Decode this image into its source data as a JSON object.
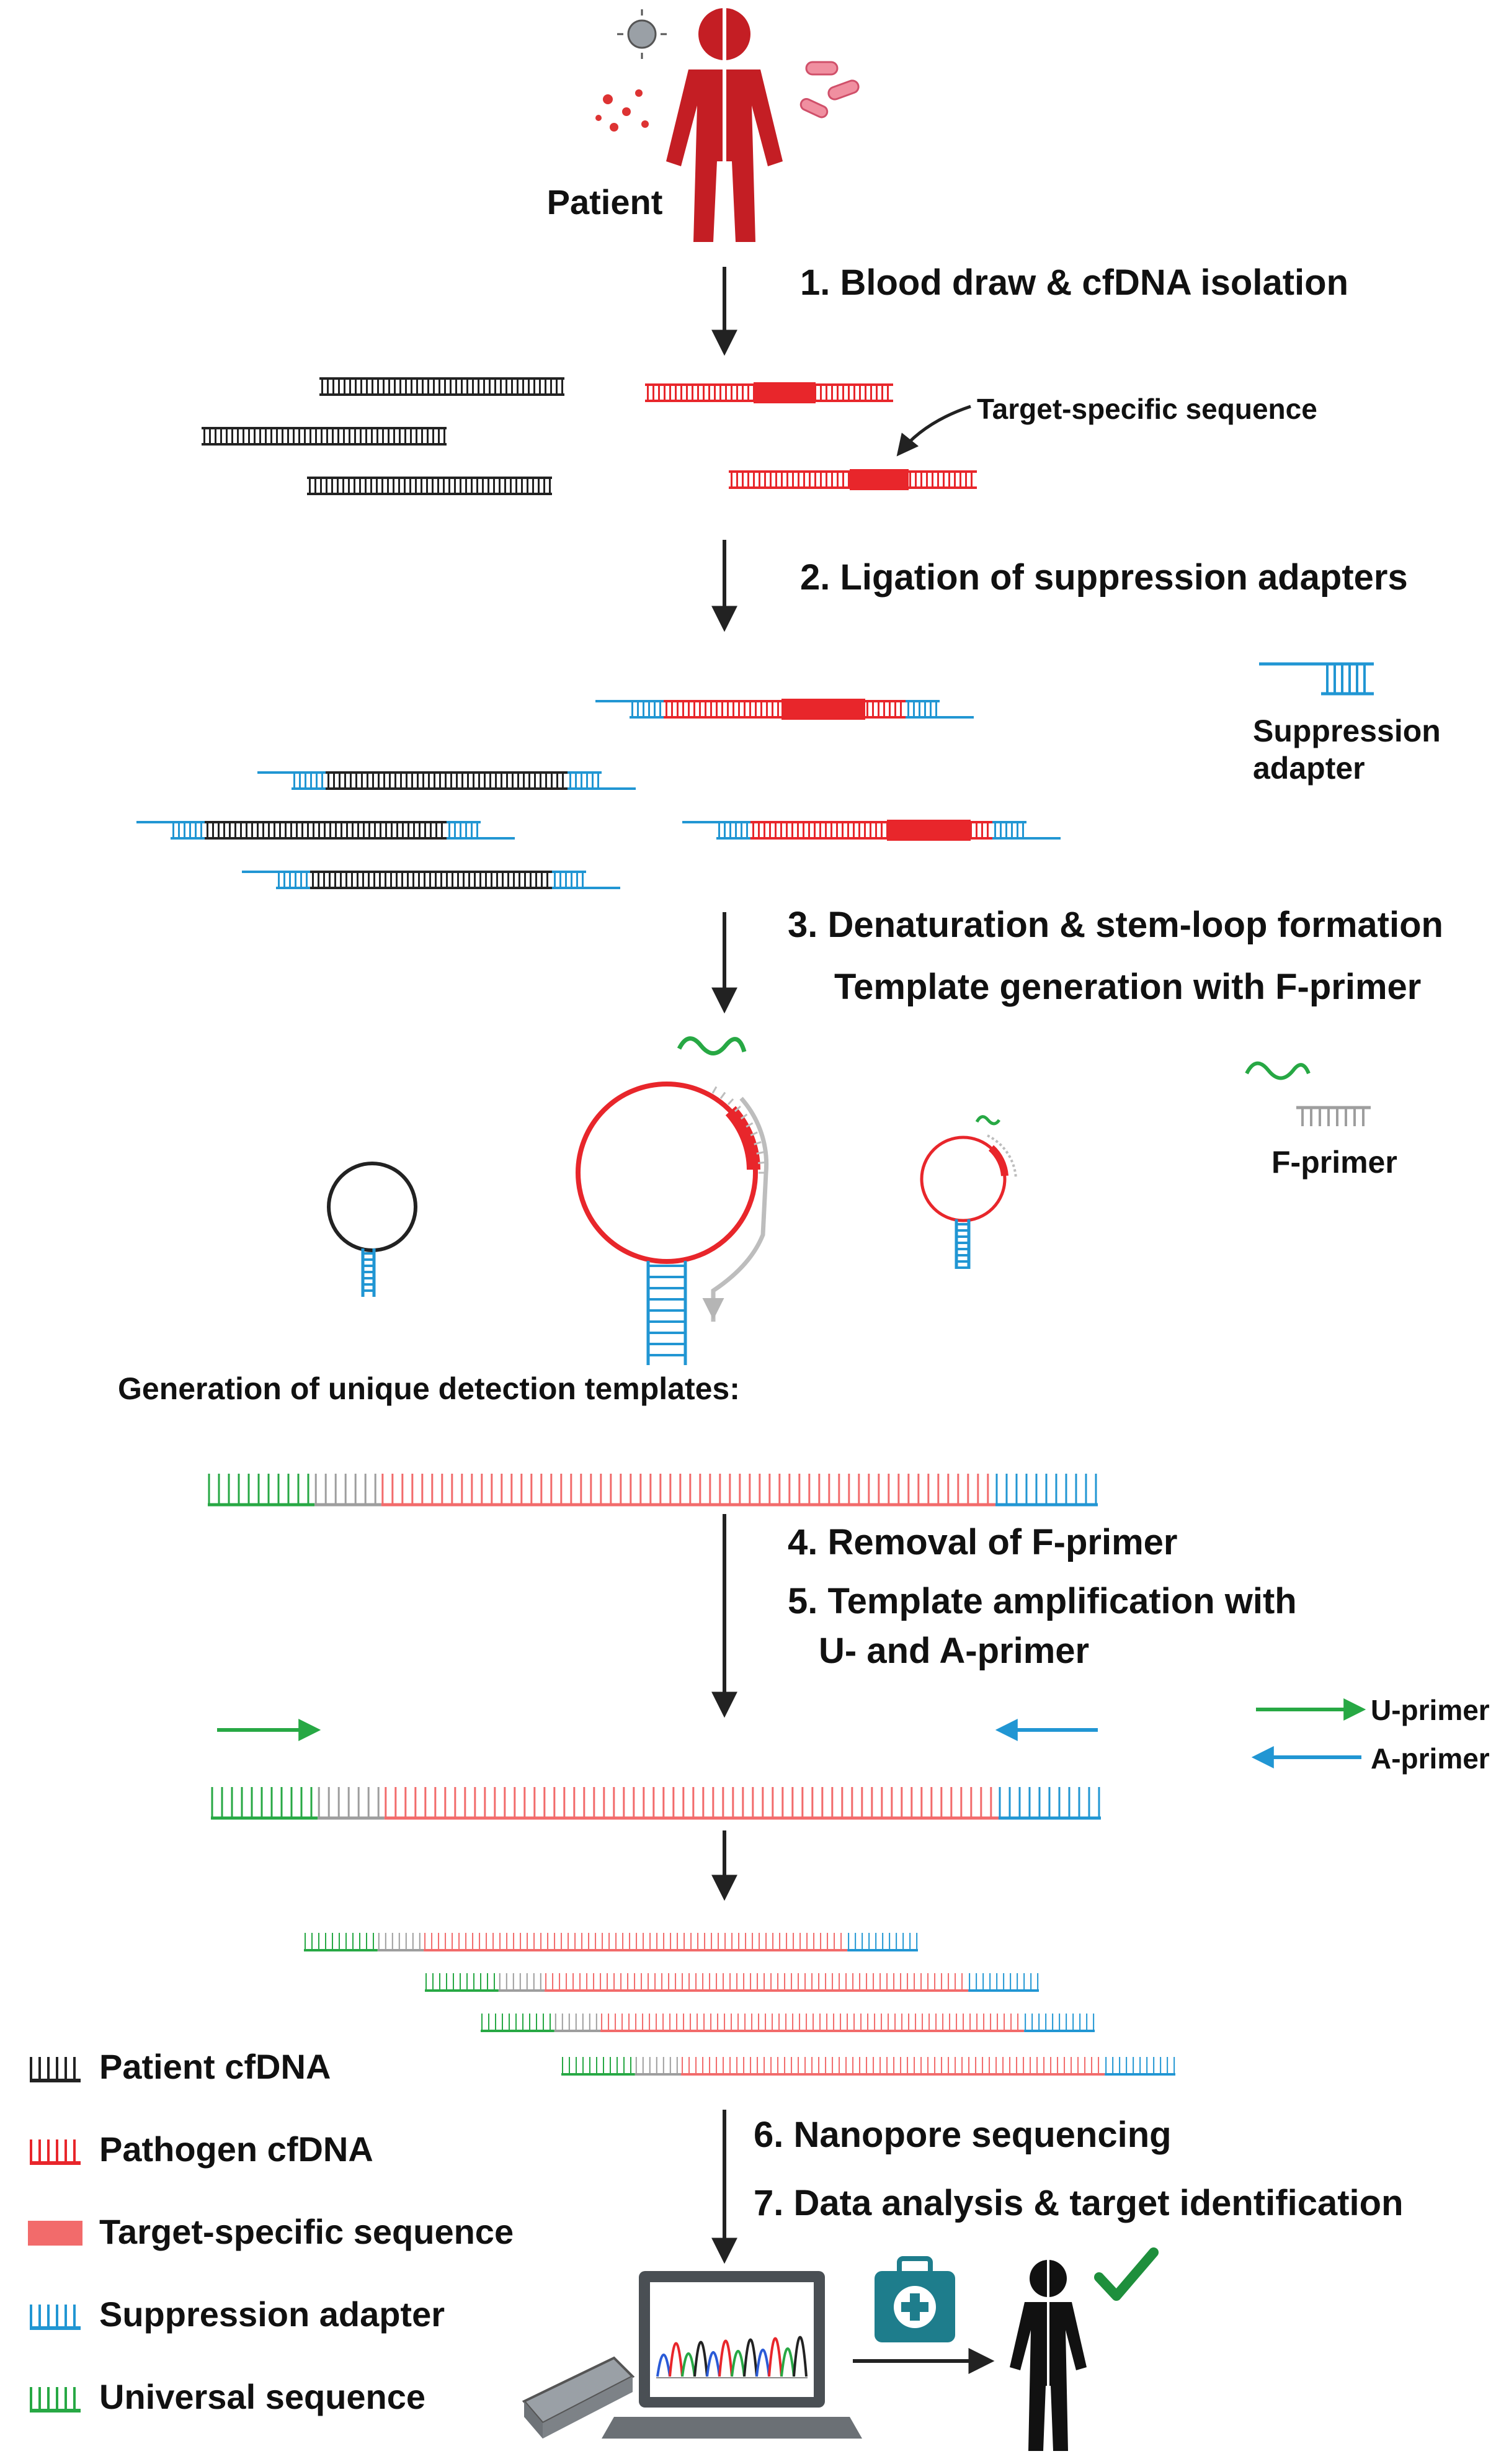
{
  "patient_label": "Patient",
  "steps": {
    "s1": "1. Blood draw & cfDNA isolation",
    "s2": "2. Ligation of suppression adapters",
    "s3a": "3. Denaturation & stem-loop formation",
    "s3b": "Template generation with F-primer",
    "s4": "4. Removal of F-primer",
    "s5a": "5. Template amplification with",
    "s5b": "U- and A-primer",
    "s6": "6. Nanopore sequencing",
    "s7": "7. Data analysis & target identification"
  },
  "annotations": {
    "target_specific": "Target-specific sequence",
    "suppression_line1": "Suppression",
    "suppression_line2": "adapter",
    "f_primer": "F-primer",
    "templates_heading": "Generation of unique detection templates:",
    "u_primer": "U-primer",
    "a_primer": "A-primer"
  },
  "legend": [
    {
      "label": "Patient cfDNA",
      "color": "#222222"
    },
    {
      "label": "Pathogen cfDNA",
      "color": "#e8262b"
    },
    {
      "label": "Target-specific sequence",
      "color": "#f26b6b"
    },
    {
      "label": "Suppression adapter",
      "color": "#2196d3"
    },
    {
      "label": "Universal sequence",
      "color": "#27a844"
    }
  ],
  "colors": {
    "patient": "#222222",
    "pathogen": "#e8262b",
    "target": "#f26b6b",
    "adapter": "#2196d3",
    "universal": "#27a844",
    "fprimer": "#9e9e9e",
    "check": "#1e8f3c",
    "patient_figure": "#c41e24",
    "medkit": "#1e7d8c"
  },
  "icons": [
    "patient-figure-icon",
    "virus-icon",
    "bacteria-icon",
    "laptop-icon",
    "nanopore-device-icon",
    "medical-kit-icon",
    "person-icon",
    "checkmark-icon"
  ]
}
